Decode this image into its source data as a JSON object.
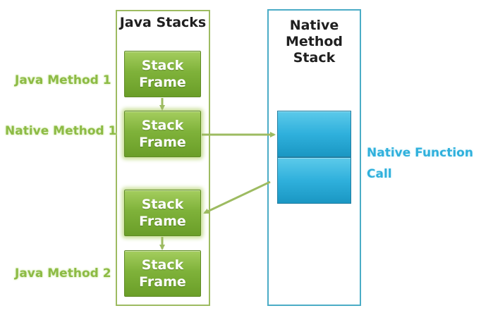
{
  "java_stacks": {
    "title": "Java Stacks",
    "frames": [
      {
        "label": "Stack\nFrame",
        "method": "Java Method 1"
      },
      {
        "label": "Stack\nFrame",
        "method": "Native Method 1"
      },
      {
        "label": "Stack\nFrame",
        "method": ""
      },
      {
        "label": "Stack\nFrame",
        "method": "Java Method 2"
      }
    ]
  },
  "native_method_stack": {
    "title": "Native\nMethod\nStack",
    "call_label_line1": "Native Function",
    "call_label_line2": "Call"
  },
  "colors": {
    "java_green": "#7fb23a",
    "java_border": "#9dbb61",
    "native_blue": "#2fb0dc",
    "native_border": "#4bacc6",
    "arrow_green": "#9dbb61"
  }
}
